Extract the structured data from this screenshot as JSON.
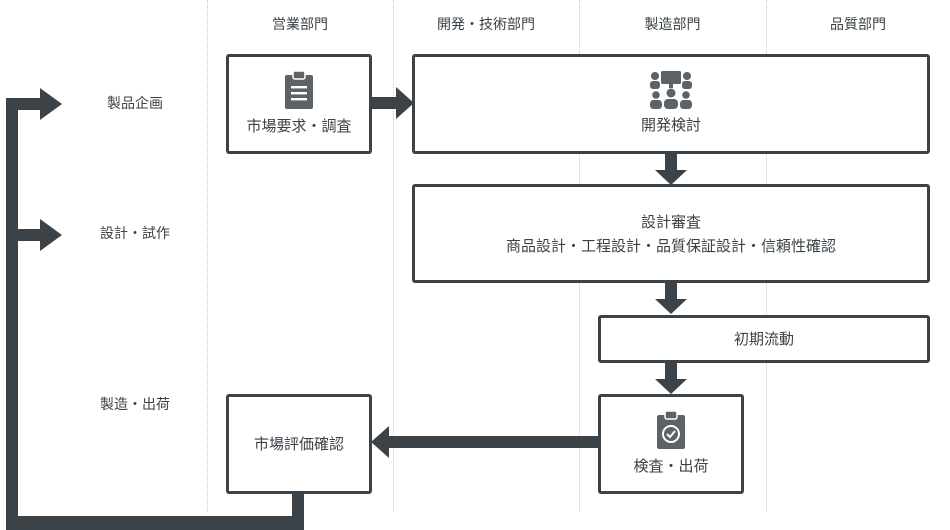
{
  "departments": {
    "sales": "営業部門",
    "rnd": "開発・技術部門",
    "manufacturing": "製造部門",
    "quality": "品質部門"
  },
  "phases": {
    "planning": "製品企画",
    "design": "設計・試作",
    "production": "製造・出荷"
  },
  "boxes": {
    "market_research": "市場要求・調査",
    "dev_review": "開発検討",
    "design_review_title": "設計審査",
    "design_review_detail": "商品設計・工程設計・品質保証設計・信頼性確認",
    "initial_flow": "初期流動",
    "inspection": "検査・出荷",
    "market_eval": "市場評価確認"
  },
  "icons": {
    "market_research": "clipboard-icon",
    "dev_review": "team-meeting-icon",
    "inspection": "clipboard-check-icon"
  },
  "colors": {
    "arrow": "#3b4248",
    "icon": "#5d6266",
    "grid": "#c9ccce"
  }
}
